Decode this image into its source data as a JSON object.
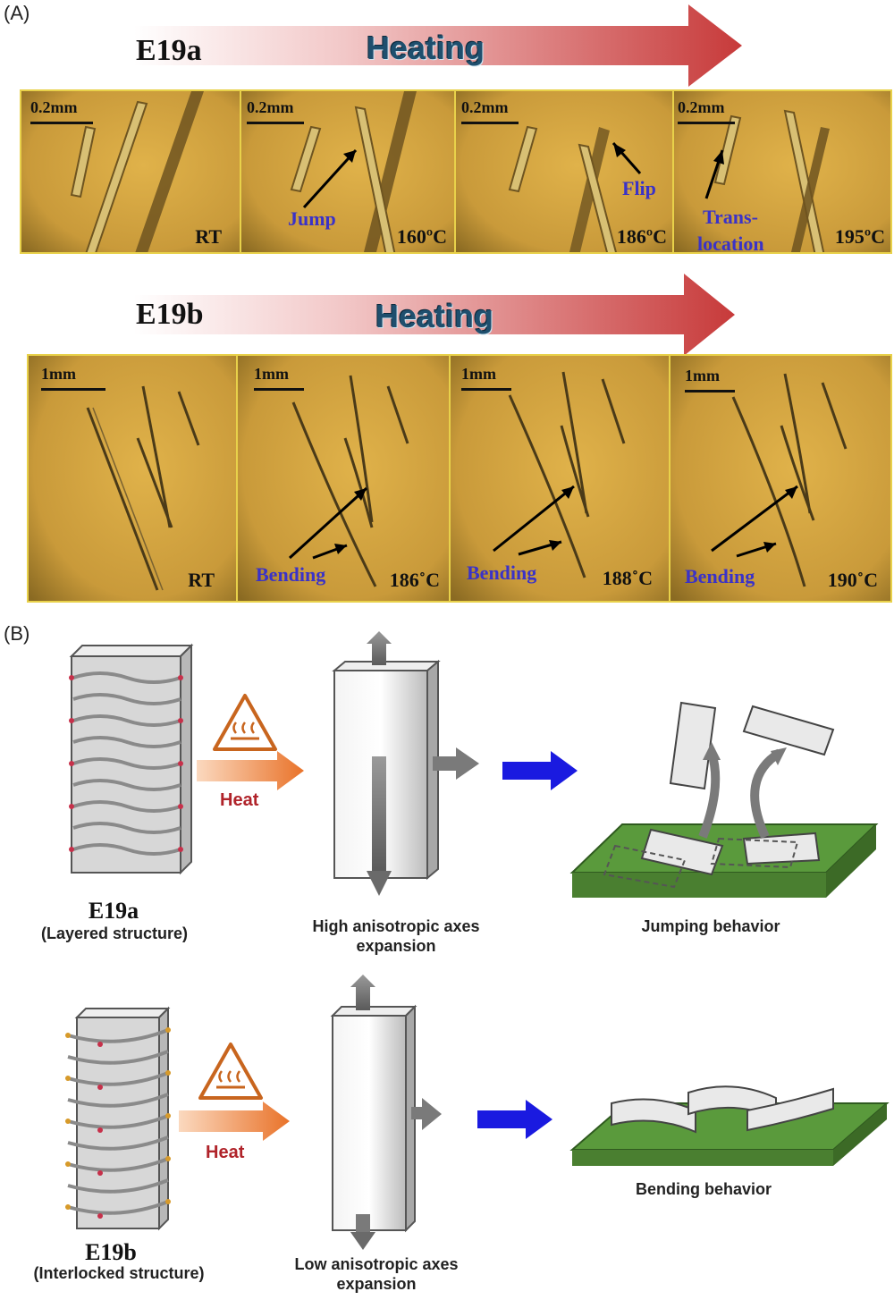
{
  "panel_a": {
    "label": "(A)",
    "rows": [
      {
        "sample": "E19a",
        "heating_label": "Heating",
        "frames": [
          {
            "scale": "0.2mm",
            "temp": "RT",
            "note": ""
          },
          {
            "scale": "0.2mm",
            "temp": "160ºC",
            "note": "Jump"
          },
          {
            "scale": "0.2mm",
            "temp": "186ºC",
            "note": "Flip"
          },
          {
            "scale": "0.2mm",
            "temp": "195ºC",
            "note_line1": "Trans-",
            "note_line2": "location"
          }
        ]
      },
      {
        "sample": "E19b",
        "heating_label": "Heating",
        "frames": [
          {
            "scale": "1mm",
            "temp": "RT",
            "note": ""
          },
          {
            "scale": "1mm",
            "temp": "186˚C",
            "note": "Bending"
          },
          {
            "scale": "1mm",
            "temp": "188˚C",
            "note": "Bending"
          },
          {
            "scale": "1mm",
            "temp": "190˚C",
            "note": "Bending"
          }
        ]
      }
    ]
  },
  "panel_b": {
    "label": "(B)",
    "rows": [
      {
        "sample": "E19a",
        "structure": "(Layered structure)",
        "heat_label": "Heat",
        "expansion_line1": "High anisotropic axes",
        "expansion_line2": "expansion",
        "behavior": "Jumping behavior"
      },
      {
        "sample": "E19b",
        "structure": "(Interlocked structure)",
        "heat_label": "Heat",
        "expansion_line1": "Low anisotropic axes",
        "expansion_line2": "expansion",
        "behavior": "Bending behavior"
      }
    ]
  },
  "colors": {
    "photo_bg": "#c99a3a",
    "photo_border": "#e8d14a",
    "note_blue": "#3a32c8",
    "heat_red": "#b0232a",
    "heating_text": "#1f4f6e",
    "platform_green": "#5a9a3c",
    "blue_arrow": "#1a1ae0",
    "orange_arrow": "#e9732a"
  },
  "icons": [
    "heat-warning-triangle-icon",
    "arrow-right-icon",
    "crystal-block-icon"
  ]
}
